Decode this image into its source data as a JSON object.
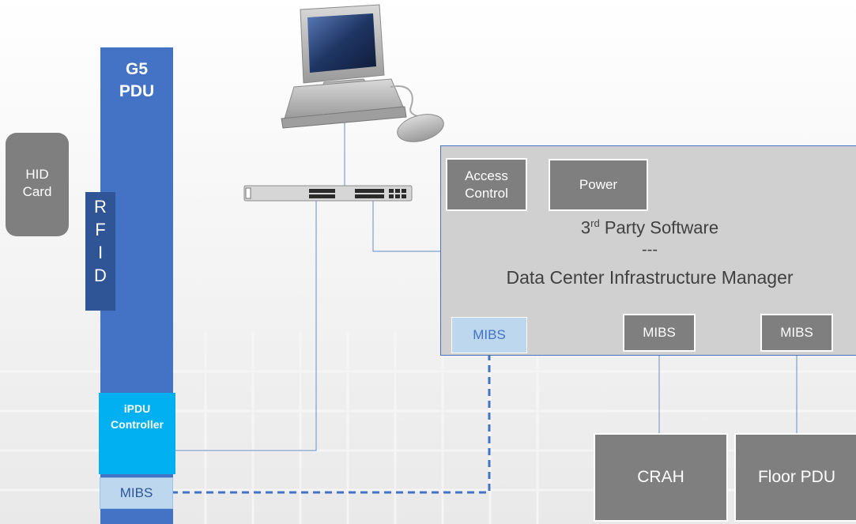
{
  "pdu": {
    "title_line1": "G5",
    "title_line2": "PDU"
  },
  "rfid": {
    "letters": [
      "R",
      "F",
      "I",
      "D"
    ]
  },
  "hid_card": {
    "line1": "HID",
    "line2": "Card"
  },
  "ipdu_controller": {
    "line1": "iPDU",
    "line2": "Controller"
  },
  "pdu_mibs": {
    "label": "MIBS"
  },
  "dcim": {
    "access_control_line1": "Access",
    "access_control_line2": "Control",
    "power": "Power",
    "title_prefix": "3",
    "title_sup": "rd",
    "title_rest": " Party Software",
    "separator": "---",
    "subtitle": "Data Center Infrastructure Manager",
    "mibs": [
      "MIBS",
      "MIBS",
      "MIBS"
    ]
  },
  "devices": {
    "crah": "CRAH",
    "floor_pdu": "Floor PDU"
  },
  "colors": {
    "pdu_blue": "#4472c4",
    "rfid_blue": "#2f5597",
    "controller_cyan": "#00b0f0",
    "mibs_light": "#bdd7ee",
    "box_gray": "#7f7f7f",
    "dcim_gray": "#d0d0d0"
  },
  "icons": [
    "computer-icon",
    "network-switch-icon"
  ]
}
